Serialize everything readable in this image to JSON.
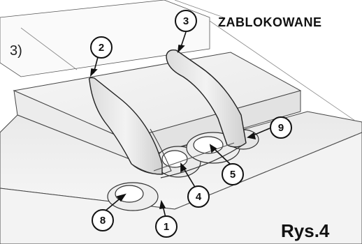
{
  "step_label": "3)",
  "status_text": "ZABLOKOWANE",
  "figure_label": "Rys.4",
  "callouts": [
    "1",
    "2",
    "3",
    "4",
    "5",
    "8",
    "9"
  ],
  "colors": {
    "outline": "#111111",
    "shade": "#d9d9d9",
    "light": "#f4f4f4"
  }
}
